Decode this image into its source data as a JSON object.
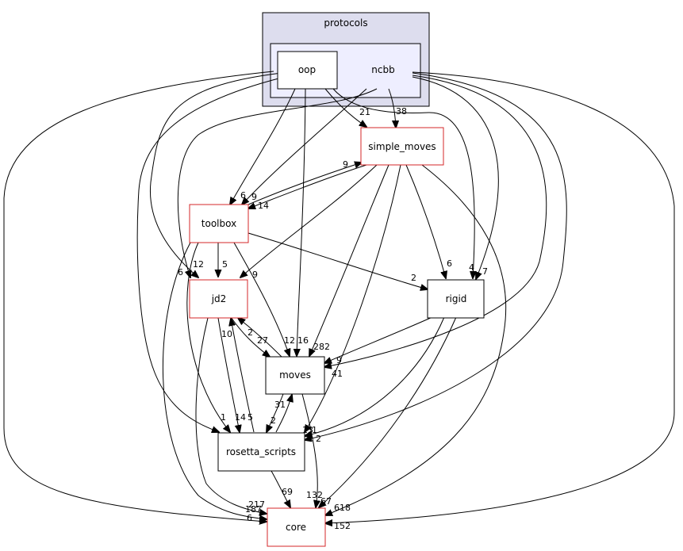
{
  "clusters": {
    "outer": {
      "label": "protocols"
    },
    "inner": {
      "label": ""
    }
  },
  "nodes": {
    "oop": {
      "label": "oop"
    },
    "ncbb": {
      "label": "ncbb"
    },
    "simple_moves": {
      "label": "simple_moves"
    },
    "toolbox": {
      "label": "toolbox"
    },
    "jd2": {
      "label": "jd2"
    },
    "rigid": {
      "label": "rigid"
    },
    "moves": {
      "label": "moves"
    },
    "rosetta_scripts": {
      "label": "rosetta_scripts"
    },
    "core": {
      "label": "core"
    }
  },
  "edges": [
    {
      "from": "ncbb",
      "to": "simple_moves",
      "label": "38"
    },
    {
      "from": "oop",
      "to": "simple_moves",
      "label": "21"
    },
    {
      "from": "oop",
      "to": "toolbox",
      "label": "6"
    },
    {
      "from": "ncbb",
      "to": "toolbox",
      "label": "9"
    },
    {
      "from": "simple_moves",
      "to": "toolbox",
      "label": "14"
    },
    {
      "from": "toolbox",
      "to": "simple_moves",
      "label": "9"
    },
    {
      "from": "toolbox",
      "to": "jd2",
      "label": "5"
    },
    {
      "from": "oop",
      "to": "jd2",
      "label": "12"
    },
    {
      "from": "ncbb",
      "to": "jd2",
      "label": "6"
    },
    {
      "from": "simple_moves",
      "to": "jd2",
      "label": "9"
    },
    {
      "from": "toolbox",
      "to": "rigid",
      "label": "2"
    },
    {
      "from": "simple_moves",
      "to": "rigid",
      "label": "6"
    },
    {
      "from": "oop",
      "to": "rigid",
      "label": "4"
    },
    {
      "from": "ncbb",
      "to": "rigid",
      "label": "7"
    },
    {
      "from": "jd2",
      "to": "moves",
      "label": "27"
    },
    {
      "from": "moves",
      "to": "jd2",
      "label": "2"
    },
    {
      "from": "oop",
      "to": "moves",
      "label": "12"
    },
    {
      "from": "toolbox",
      "to": "moves",
      "label": "16"
    },
    {
      "from": "simple_moves",
      "to": "moves",
      "label": "282"
    },
    {
      "from": "rigid",
      "to": "moves",
      "label": "9"
    },
    {
      "from": "ncbb",
      "to": "moves",
      "label": "41"
    },
    {
      "from": "jd2",
      "to": "rosetta_scripts",
      "label": "14"
    },
    {
      "from": "rosetta_scripts",
      "to": "jd2",
      "label": "10"
    },
    {
      "from": "moves",
      "to": "rosetta_scripts",
      "label": "2"
    },
    {
      "from": "rosetta_scripts",
      "to": "moves",
      "label": "31"
    },
    {
      "from": "oop",
      "to": "rosetta_scripts",
      "label": "1"
    },
    {
      "from": "toolbox",
      "to": "rosetta_scripts",
      "label": "5"
    },
    {
      "from": "simple_moves",
      "to": "rosetta_scripts",
      "label": "13"
    },
    {
      "from": "rigid",
      "to": "rosetta_scripts",
      "label": "1"
    },
    {
      "from": "ncbb",
      "to": "rosetta_scripts",
      "label": "2"
    },
    {
      "from": "rosetta_scripts",
      "to": "core",
      "label": "69"
    },
    {
      "from": "moves",
      "to": "core",
      "label": "132"
    },
    {
      "from": "jd2",
      "to": "core",
      "label": "217"
    },
    {
      "from": "toolbox",
      "to": "core",
      "label": "187"
    },
    {
      "from": "oop",
      "to": "core",
      "label": "6"
    },
    {
      "from": "simple_moves",
      "to": "core",
      "label": "618"
    },
    {
      "from": "rigid",
      "to": "core",
      "label": "67"
    },
    {
      "from": "ncbb",
      "to": "core",
      "label": "152"
    }
  ]
}
